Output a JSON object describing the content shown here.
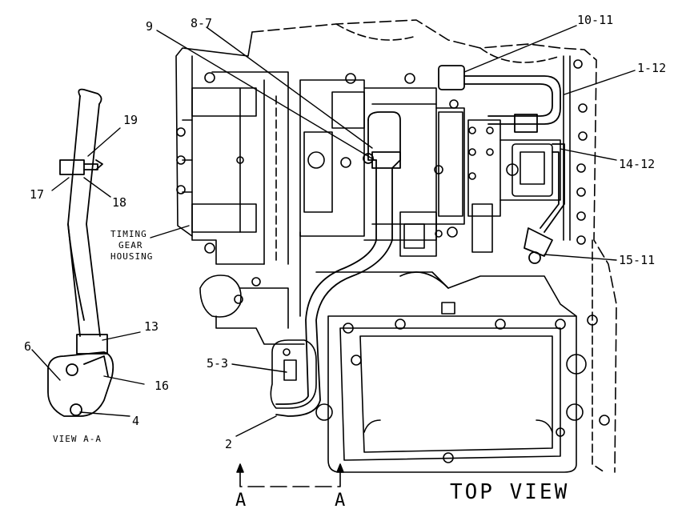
{
  "drawing": {
    "labels": {
      "c9": "9",
      "c8_7": "8-7",
      "c10_11": "10-11",
      "c1_12": "1-12",
      "c14_12": "14-12",
      "c15_11": "15-11",
      "c19": "19",
      "c17": "17",
      "c18": "18",
      "c13": "13",
      "c6": "6",
      "c16": "16",
      "c4": "4",
      "c5_3": "5-3",
      "c2": "2"
    },
    "timing_gear_housing": [
      "TIMING",
      "GEAR",
      "HOUSING"
    ],
    "view_aa": "VIEW A-A",
    "top_view": "TOP VIEW",
    "section_left": "A",
    "section_right": "A"
  },
  "colors": {
    "ink": "#000000",
    "paper": "#ffffff"
  }
}
